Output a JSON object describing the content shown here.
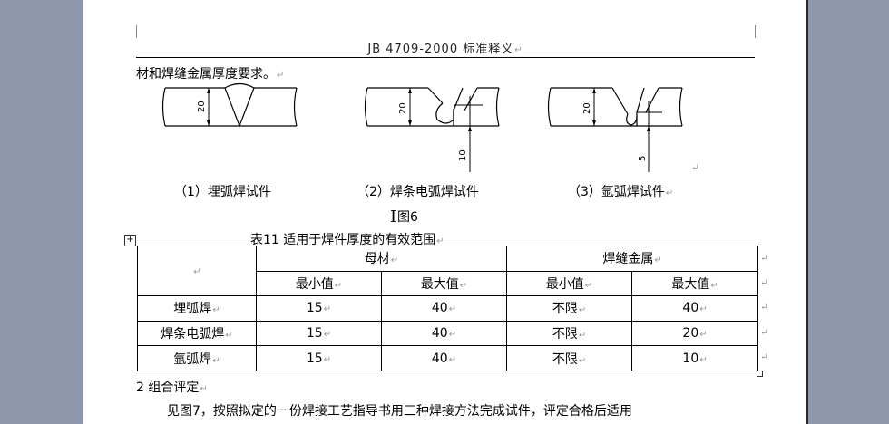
{
  "header": {
    "text": "JB  4709-2000  标准释义"
  },
  "intro_text": "材和焊缝金属厚度要求。",
  "figures": [
    {
      "caption": "（1）埋弧焊试件",
      "thickness_label": "20"
    },
    {
      "caption": "（2）焊条电弧焊试件",
      "thickness_label": "20",
      "arrow_label": "10"
    },
    {
      "caption": "（3）氩弧焊试件",
      "thickness_label": "20",
      "arrow_label": "5"
    }
  ],
  "figure_title": "图6",
  "table": {
    "title": "表11   适用于焊件厚度的有效范围",
    "group_headers": [
      "母材",
      "焊缝金属"
    ],
    "sub_headers": [
      "最小值",
      "最大值",
      "最小值",
      "最大值"
    ],
    "rows": [
      {
        "process": "埋弧焊",
        "values": [
          "15",
          "40",
          "不限",
          "40"
        ]
      },
      {
        "process": "焊条电弧焊",
        "values": [
          "15",
          "40",
          "不限",
          "20"
        ]
      },
      {
        "process": "氩弧焊",
        "values": [
          "15",
          "40",
          "不限",
          "10"
        ]
      }
    ]
  },
  "section_heading": "2  组合评定",
  "paragraph": "见图7，按照拟定的一份焊接工艺指导书用三种焊接方法完成试件，评定合格后适用",
  "return_mark": "↵"
}
